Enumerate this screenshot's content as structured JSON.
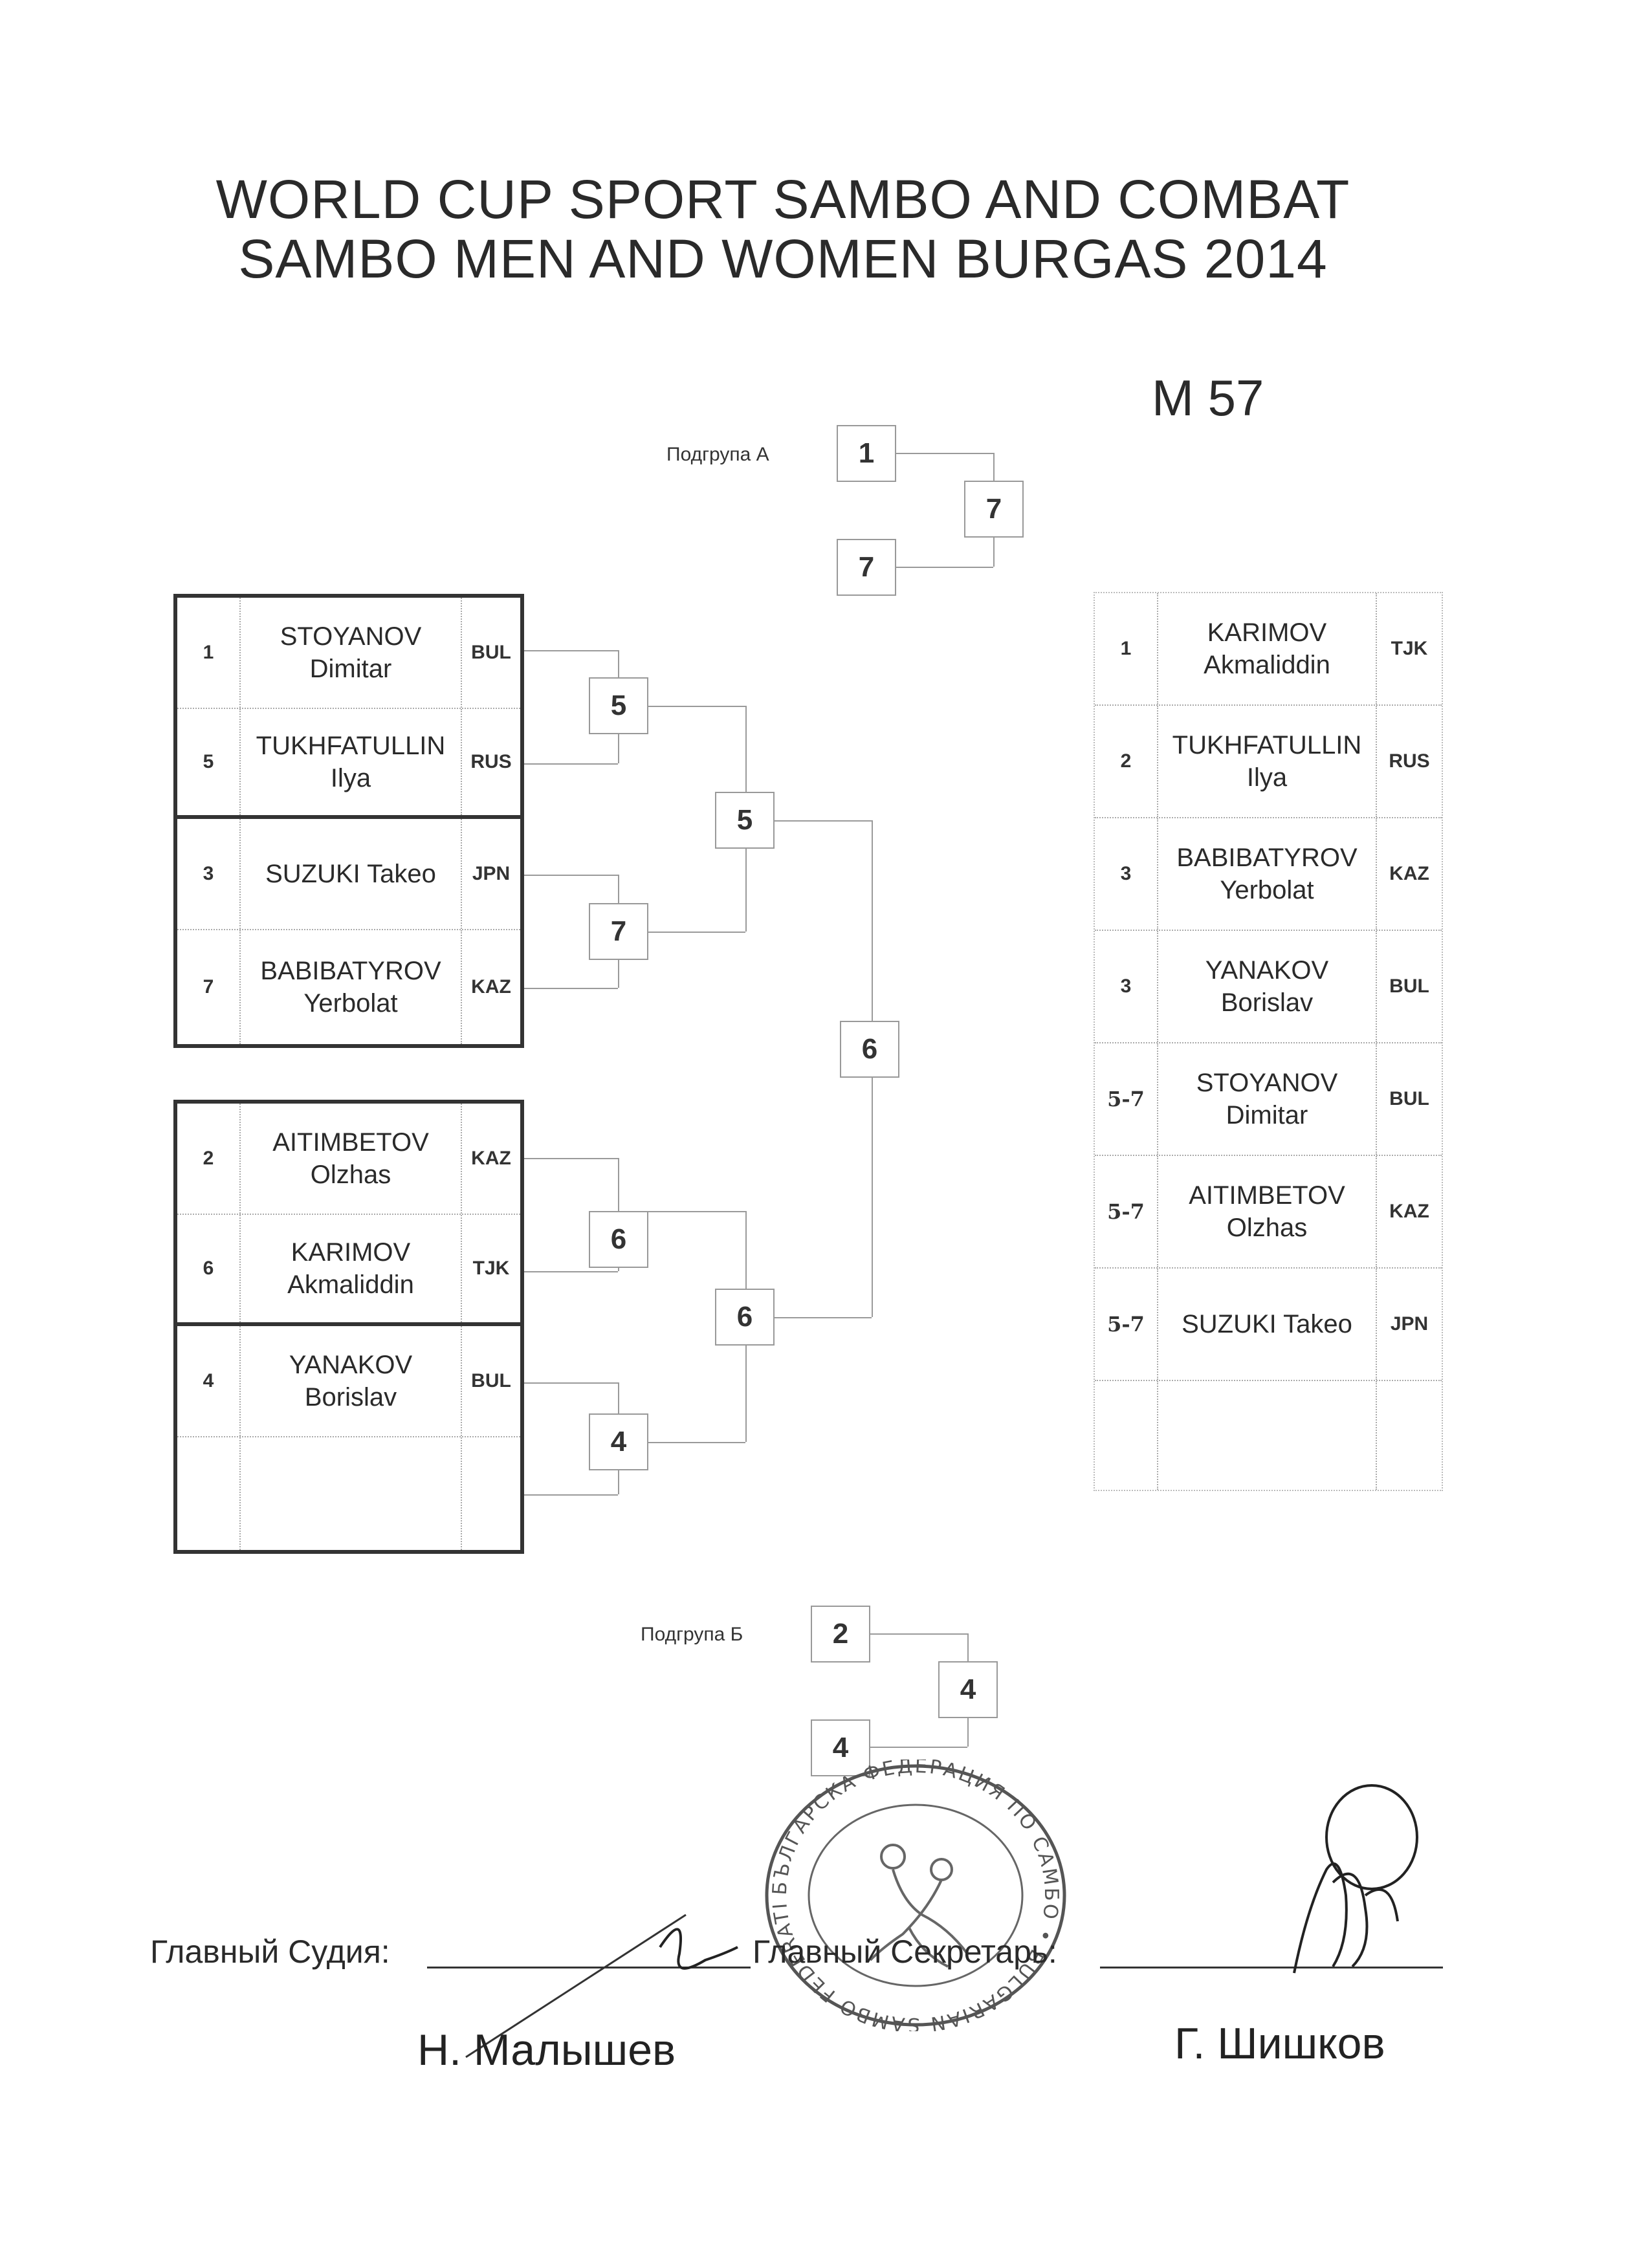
{
  "title": {
    "line1": "WORLD CUP SPORT SAMBO AND COMBAT",
    "line2": "SAMBO MEN AND WOMEN BURGAS 2014"
  },
  "weight_class": "M 57",
  "subgroups": {
    "a": {
      "label": "Подгрупа А",
      "top": "1",
      "bottom": "7",
      "winner": "7"
    },
    "b": {
      "label": "Подгрупа Б",
      "top": "2",
      "bottom": "4",
      "winner": "4"
    }
  },
  "bracket": {
    "r1": [
      "5",
      "7",
      "6",
      "4"
    ],
    "r2": [
      "5",
      "6"
    ],
    "final": "6"
  },
  "group_top": [
    {
      "seed": "1",
      "surname": "STOYANOV",
      "first": "Dimitar",
      "country": "BUL"
    },
    {
      "seed": "5",
      "surname": "TUKHFATULLIN",
      "first": "Ilya",
      "country": "RUS"
    },
    {
      "seed": "3",
      "surname": "SUZUKI Takeo",
      "first": "",
      "country": "JPN"
    },
    {
      "seed": "7",
      "surname": "BABIBATYROV",
      "first": "Yerbolat",
      "country": "KAZ"
    }
  ],
  "group_bottom": [
    {
      "seed": "2",
      "surname": "AITIMBETOV",
      "first": "Olzhas",
      "country": "KAZ"
    },
    {
      "seed": "6",
      "surname": "KARIMOV",
      "first": "Akmaliddin",
      "country": "TJK"
    },
    {
      "seed": "4",
      "surname": "YANAKOV",
      "first": "Borislav",
      "country": "BUL"
    },
    {
      "seed": "",
      "surname": "",
      "first": "",
      "country": ""
    }
  ],
  "ranking": [
    {
      "place": "1",
      "surname": "KARIMOV",
      "first": "Akmaliddin",
      "country": "TJK"
    },
    {
      "place": "2",
      "surname": "TUKHFATULLIN",
      "first": "Ilya",
      "country": "RUS"
    },
    {
      "place": "3",
      "surname": "BABIBATYROV",
      "first": "Yerbolat",
      "country": "KAZ"
    },
    {
      "place": "3",
      "surname": "YANAKOV",
      "first": "Borislav",
      "country": "BUL"
    },
    {
      "place": "5-7",
      "surname": "STOYANOV",
      "first": "Dimitar",
      "country": "BUL"
    },
    {
      "place": "5-7",
      "surname": "AITIMBETOV",
      "first": "Olzhas",
      "country": "KAZ"
    },
    {
      "place": "5-7",
      "surname": "SUZUKI Takeo",
      "first": "",
      "country": "JPN"
    },
    {
      "place": "",
      "surname": "",
      "first": "",
      "country": ""
    }
  ],
  "footer": {
    "chief_judge_label": "Главный Судия:",
    "chief_secretary_label": "Главный Секретарь:",
    "chief_judge_name": "Н. Малышев",
    "chief_secretary_name": "Г. Шишков",
    "stamp_text": "БЪЛГАРСКА ФЕДЕРАЦИЯ ПО САМБО • BULGARIAN SAMBO FEDERATION"
  },
  "colors": {
    "ink": "#2a2a2a",
    "lines": "#9a9a9a",
    "stamp": "#555555"
  }
}
